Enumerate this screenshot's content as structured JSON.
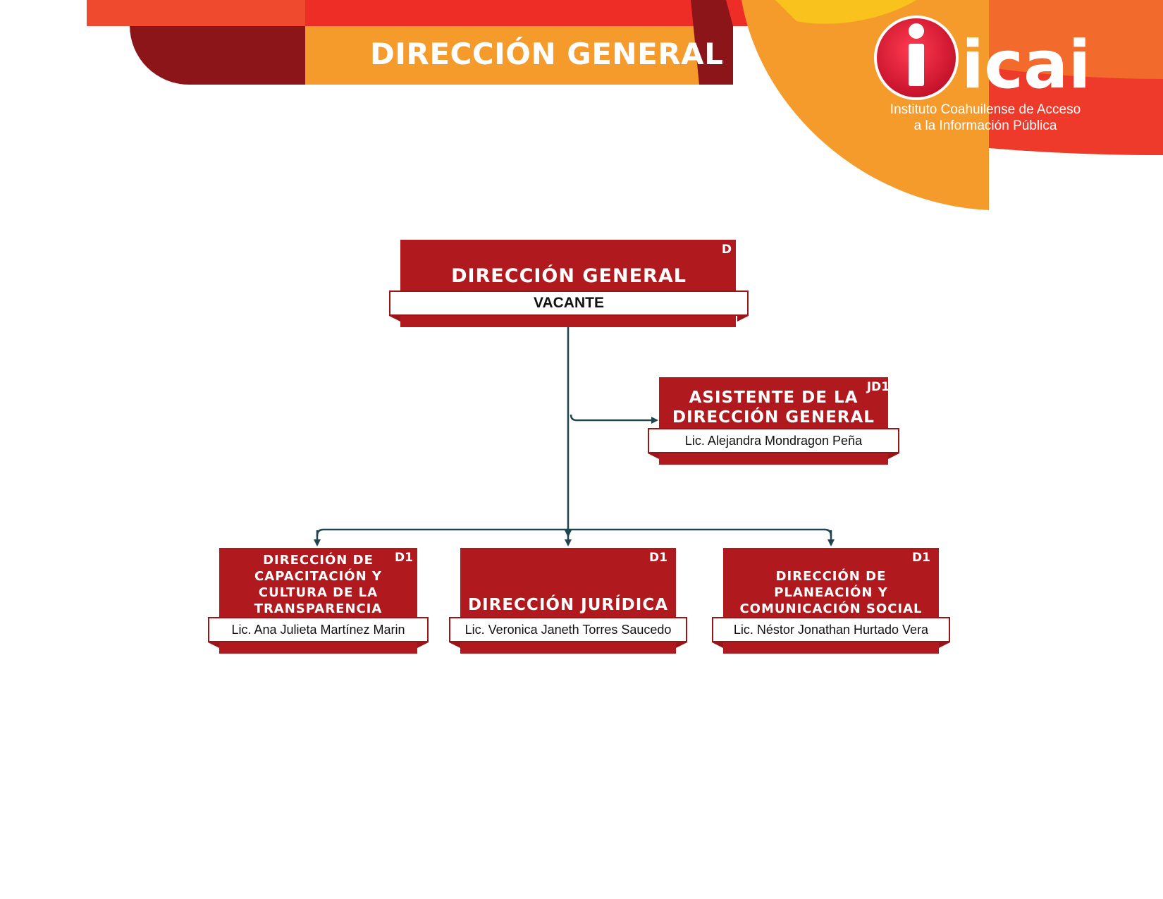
{
  "header": {
    "title": "DIRECCIÓN GENERAL",
    "logo_wordmark": "icai",
    "logo_line1": "Instituto Coahuilense de Acceso",
    "logo_line2": "a la Información Pública"
  },
  "colors": {
    "red": "#b01a1e",
    "dark_red": "#8c1519",
    "orange": "#f59b2c",
    "bright_red": "#ee2d27",
    "yellow": "#f9c21c",
    "connector": "#1f4550"
  },
  "org": {
    "director": {
      "code": "D",
      "title": "DIRECCIÓN GENERAL",
      "name": "VACANTE"
    },
    "assistant": {
      "code": "JD1",
      "title_line1": "ASISTENTE DE LA",
      "title_line2": "DIRECCIÓN GENERAL",
      "name": "Lic. Alejandra Mondragon Peña"
    },
    "capacitacion": {
      "code": "D1",
      "title_line1": "DIRECCIÓN DE",
      "title_line2": "CAPACITACIÓN Y",
      "title_line3": "CULTURA DE LA",
      "title_line4": "TRANSPARENCIA",
      "name": "Lic. Ana Julieta Martínez Marin"
    },
    "juridica": {
      "code": "D1",
      "title": "DIRECCIÓN JURÍDICA",
      "name": "Lic. Veronica Janeth Torres Saucedo"
    },
    "planeacion": {
      "code": "D1",
      "title_line1": "DIRECCIÓN DE",
      "title_line2": "PLANEACIÓN Y",
      "title_line3": "COMUNICACIÓN SOCIAL",
      "name": "Lic. Néstor Jonathan Hurtado Vera"
    }
  }
}
